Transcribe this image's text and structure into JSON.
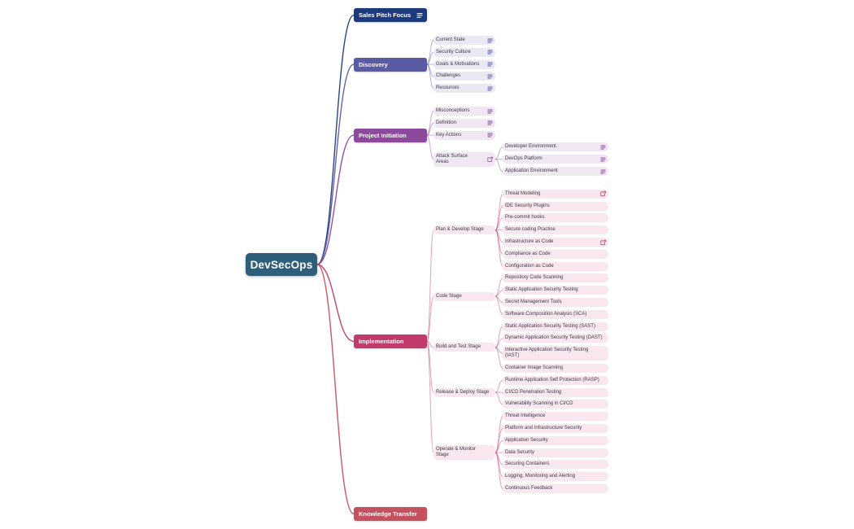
{
  "app": {
    "title": "DevSecOps Mind Map",
    "background": "#ffffff"
  },
  "root": {
    "label": "DevSecOps",
    "color": "#2e5e79",
    "children": [
      {
        "label": "Sales Pitch Focus",
        "color": "#1d3a7d",
        "icon": "doc",
        "child_bg": "#e9e9f4",
        "children": []
      },
      {
        "label": "Discovery",
        "color": "#5a5ba3",
        "child_bg": "#e9e9f4",
        "children": [
          {
            "label": "Current State",
            "icon": "doc"
          },
          {
            "label": "Security Culture",
            "icon": "doc"
          },
          {
            "label": "Goals & Motivations",
            "icon": "doc"
          },
          {
            "label": "Challenges",
            "icon": "doc"
          },
          {
            "label": "Resources",
            "icon": "doc"
          }
        ]
      },
      {
        "label": "Project Initiation",
        "color": "#8c4a9c",
        "child_bg": "#f1e7f3",
        "children": [
          {
            "label": "Misconceptions",
            "icon": "doc"
          },
          {
            "label": "Definition",
            "icon": "doc"
          },
          {
            "label": "Key Actions",
            "icon": "doc"
          },
          {
            "label": "Attack Surface Areas",
            "icon": "link",
            "lines": 2,
            "children": [
              {
                "label": "Developer Environment",
                "icon": "doc"
              },
              {
                "label": "DevOps Platform",
                "icon": "doc"
              },
              {
                "label": "Application Environment",
                "icon": "doc"
              }
            ]
          }
        ]
      },
      {
        "label": "Implementation",
        "color": "#c03a6b",
        "child_bg": "#f8e7ee",
        "children": [
          {
            "label": "Plan & Develop Stage",
            "children": [
              {
                "label": "Threat Modeling",
                "icon": "link"
              },
              {
                "label": "IDE Security Plugins"
              },
              {
                "label": "Pre-commit hooks"
              },
              {
                "label": "Secure coding Practice"
              },
              {
                "label": "Infrastructure as Code",
                "icon": "link"
              },
              {
                "label": "Compliance as Code"
              },
              {
                "label": "Configuration as Code"
              }
            ]
          },
          {
            "label": "Code Stage",
            "children": [
              {
                "label": "Repository Code Scanning"
              },
              {
                "label": "Static Application Security Testing"
              },
              {
                "label": "Secret Management Tools"
              },
              {
                "label": "Software Composition Analysis (SCA)"
              }
            ]
          },
          {
            "label": "Build and Test Stage",
            "children": [
              {
                "label": "Static Application Security Testing (SAST)"
              },
              {
                "label": "Dynamic Application Security Testing (DAST)"
              },
              {
                "label": "Interactive Application Security Testing (IAST)",
                "lines": 2
              },
              {
                "label": "Container Image Scanning"
              }
            ]
          },
          {
            "label": "Release & Deploy Stage",
            "children": [
              {
                "label": "Runtime Application Self Protection (RASP)"
              },
              {
                "label": "CI/CD Penetration Testing"
              },
              {
                "label": "Vulnerability Scanning in CI/CD"
              }
            ]
          },
          {
            "label": "Operate & Monitor Stage",
            "lines": 2,
            "children": [
              {
                "label": "Threat Intelligence"
              },
              {
                "label": "Platform and Infrastructure Security"
              },
              {
                "label": "Application Security"
              },
              {
                "label": "Data Security"
              },
              {
                "label": "Securing Containers"
              },
              {
                "label": "Logging, Monitoring and Alerting"
              },
              {
                "label": "Continuous Feedback"
              }
            ]
          }
        ]
      },
      {
        "label": "Knowledge Transfer",
        "color": "#c5505e",
        "child_bg": "#f8e7ee",
        "children": []
      }
    ]
  }
}
